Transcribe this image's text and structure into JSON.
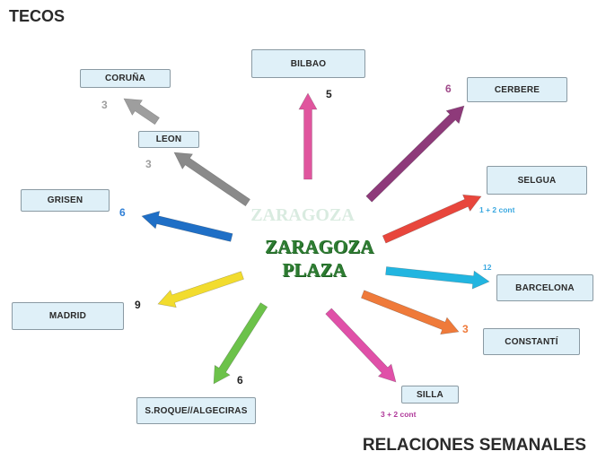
{
  "title": "TECOS",
  "footer": "RELACIONES SEMANALES",
  "hub": {
    "ghost": "ZARAGOZA",
    "line1": "ZARAGOZA",
    "line2": "PLAZA"
  },
  "destinations": [
    {
      "id": "coruna",
      "label": "CORUÑA",
      "count": "3",
      "color": "#9e9e9e"
    },
    {
      "id": "leon",
      "label": "LEON",
      "count": "3",
      "color": "#8a8a8a"
    },
    {
      "id": "bilbao",
      "label": "BILBAO",
      "count": "5",
      "color": "#e0559e"
    },
    {
      "id": "cerbere",
      "label": "CERBERE",
      "count": "6",
      "color": "#8e3a7a"
    },
    {
      "id": "selgua",
      "label": "SELGUA",
      "count": "1 + 2 cont",
      "color": "#e8463c"
    },
    {
      "id": "grisen",
      "label": "GRISEN",
      "count": "6",
      "color": "#1f6fc6"
    },
    {
      "id": "barcelona",
      "label": "BARCELONA",
      "count": "12",
      "color": "#22b5e0"
    },
    {
      "id": "madrid",
      "label": "MADRID",
      "count": "9",
      "color": "#f2dc2e"
    },
    {
      "id": "constanti",
      "label": "CONSTANTÍ",
      "count": "3",
      "color": "#ef7a3a"
    },
    {
      "id": "silla",
      "label": "SILLA",
      "count": "3 + 2 cont",
      "color": "#e050a8"
    },
    {
      "id": "sroque",
      "label": "S.ROQUE//ALGECIRAS",
      "count": "6",
      "color": "#6cc24a"
    }
  ],
  "count_colors": {
    "coruna": "#9e9e9e",
    "leon": "#9e9e9e",
    "bilbao": "#222222",
    "cerbere": "#a04a8a",
    "selgua": "#3aa8e0",
    "grisen": "#2f7fd6",
    "barcelona": "#3aa8e0",
    "madrid": "#222222",
    "constanti": "#ef7a3a",
    "silla": "#b0399a",
    "sroque": "#222222"
  }
}
